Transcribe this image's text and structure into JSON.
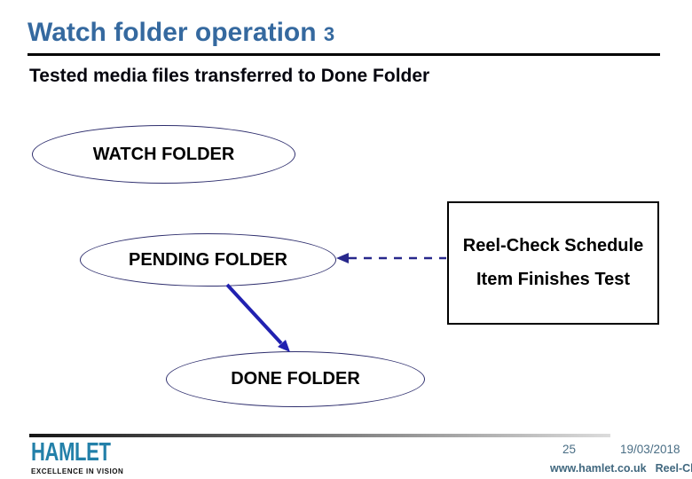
{
  "header": {
    "title": "Watch folder operation",
    "title_number": "3",
    "subtitle": "Tested media files transferred to Done Folder"
  },
  "diagram": {
    "watch_label": "WATCH FOLDER",
    "pending_label": "PENDING FOLDER",
    "done_label": "DONE FOLDER",
    "schedule_box": {
      "line1": "Reel-Check Schedule",
      "line2": "Item Finishes Test"
    }
  },
  "footer": {
    "logo": "HAMLET",
    "tagline": "EXCELLENCE IN VISION",
    "page_number": "25",
    "date": "19/03/2018",
    "website": "www.hamlet.co.uk",
    "product": "Reel-Check"
  },
  "colors": {
    "title_blue": "#35699F",
    "node_outline": "#2F2F6E",
    "solid_arrow_blue": "#2121B0",
    "dashed_arrow_blue": "#28288C",
    "logo_blue": "#2380A9",
    "footer_text": "#4A6E85"
  }
}
